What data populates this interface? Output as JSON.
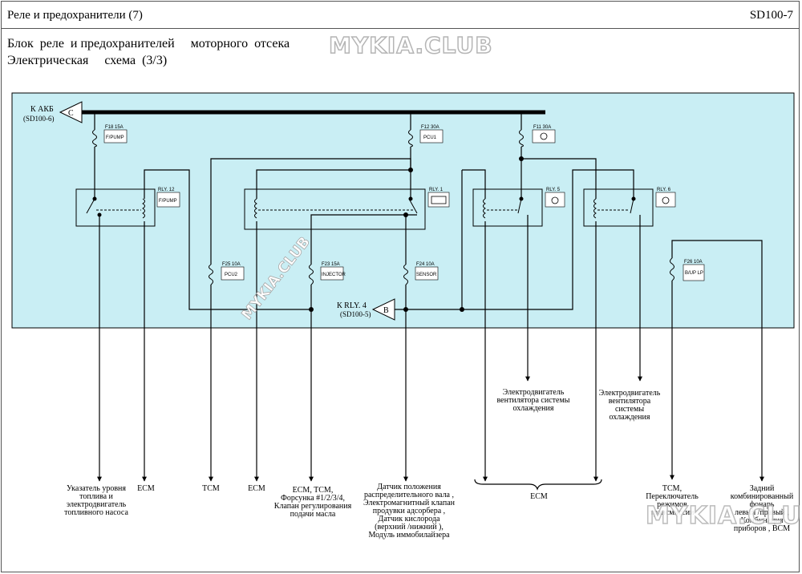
{
  "header": {
    "left_title": "Реле   и предохранители     (7)",
    "page_code": "SD100-7"
  },
  "title": {
    "line1": "Блок  реле  и предохранителей     моторного  отсека",
    "line2": "Электрическая     схема  (3/3)"
  },
  "watermark": "MYKIA.CLUB",
  "connectors": {
    "c_label": "К АКБ",
    "c_ref": "(SD100-6)",
    "c_letter": "C",
    "b_label": "К RLY. 4",
    "b_ref": "(SD100-5)",
    "b_letter": "B"
  },
  "fuses": [
    {
      "code": "F18 15A",
      "name": "F/PUMP"
    },
    {
      "code": "F12 30A",
      "name": "PCU1"
    },
    {
      "code": "F11 30A",
      "name": ""
    },
    {
      "code": "F25 10A",
      "name": "PCU2"
    },
    {
      "code": "F23 15A",
      "name": "INJECTOR"
    },
    {
      "code": "F24 10A",
      "name": "SENSOR"
    },
    {
      "code": "F26 10A",
      "name": "B/UP LP"
    }
  ],
  "relays": [
    {
      "code": "RLY. 12",
      "name": "F/PUMP"
    },
    {
      "code": "RLY. 1",
      "name": ""
    },
    {
      "code": "RLY. 5",
      "name": ""
    },
    {
      "code": "RLY. 6",
      "name": ""
    }
  ],
  "destinations": {
    "fuel": "Указатель  уровня\nтоплива  и\nэлектродвигатель\nтопливного  насоса",
    "ecm1": "ECM",
    "tcm1": "TCM",
    "ecm2": "ECM",
    "ecm_tcm_inj": "ECM, TCM,\nФорсунка  #1/2/3/4,\nКлапан  регулирования\nподачи  масла",
    "sensors": "Датчик  положения\nраспределительного    вала ,\nЭлектромагнитный   клапан\nпродувки  адсорбера  ,\nДатчик  кислорода\n(верхний /нижний ),\nМодуль  иммобилайзера",
    "ecm3": "ECM",
    "fan1": "Электродвигатель\nвентилятора   системы\nохлаждения",
    "fan2": "Электродвигатель\nвентилятора\nсистемы\nохлаждения",
    "tcm_switch": "TCM,\nПереключатель\nрежимов\nтрансмиссии",
    "rear_lamp": "Задний\nкомбинированный\nфонарь\nлевый /правый ,\nКомбинация\nприборов , BCM"
  },
  "colors": {
    "box_fill": "#c9eef4",
    "line": "#000000",
    "watermark_stroke": "#b5b5b5"
  }
}
